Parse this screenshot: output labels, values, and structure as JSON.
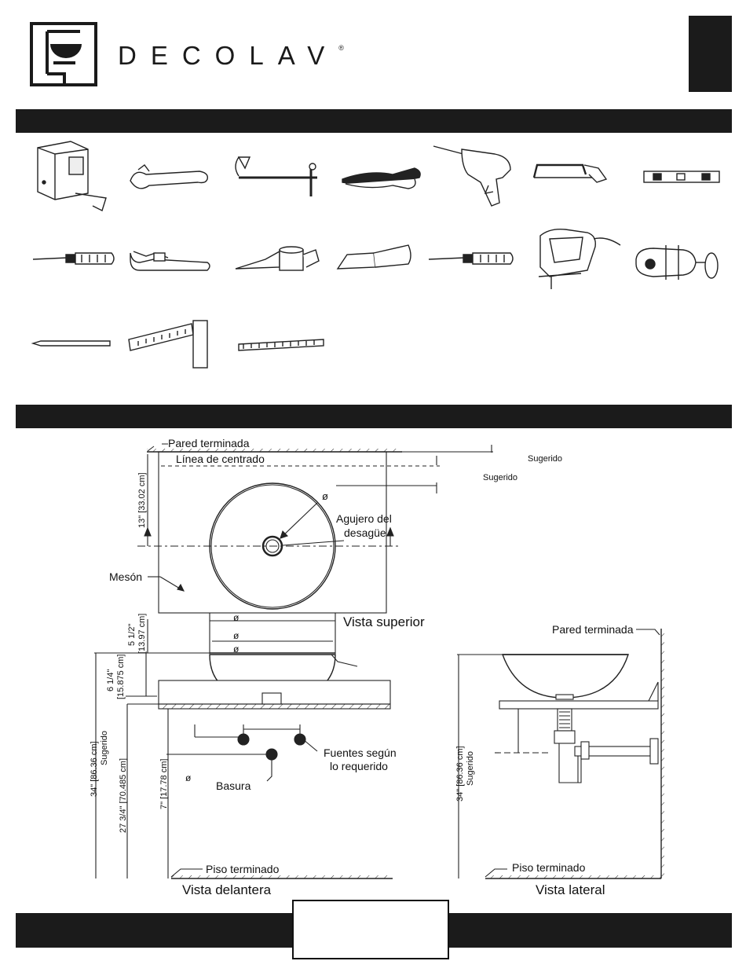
{
  "brand": {
    "name": "DECOLAV",
    "registered_mark": "®"
  },
  "tools": {
    "row1": [
      "tape-measure",
      "adjustable-wrench",
      "basin-wrench",
      "groove-joint-pliers",
      "power-drill",
      "hacksaw",
      "level"
    ],
    "row2": [
      "phillips-screwdriver",
      "pipe-wrench",
      "caulk-gun",
      "putty-knife",
      "flathead-screwdriver",
      "jigsaw",
      "c-clamp"
    ],
    "row3": [
      "pencil",
      "carpenter-square",
      "ruler"
    ]
  },
  "drawing": {
    "top_view": {
      "finished_wall": "Pared terminada",
      "centerline": "Línea de centrado",
      "suggested_1": "Sugerido",
      "suggested_2": "Sugerido",
      "dim_13": "13\" [33.02 cm]",
      "diameter": "ø",
      "drain_hole_1": "Agujero del",
      "drain_hole_2": "desagüe",
      "countertop": "Mesón",
      "title": "Vista superior"
    },
    "front_view": {
      "diam_1": "ø",
      "diam_2": "ø",
      "diam_3": "ø",
      "dim_5_5": "5 1/2\"",
      "dim_5_5_cm": "[13.97 cm]",
      "dim_6_25": "6 1/4\"",
      "dim_6_25_cm": "[15.875 cm]",
      "dim_34": "34\" [86.36 cm]",
      "suggested": "Sugerido",
      "dim_27_75": "27 3/4\" [70.485 cm]",
      "dim_7": "7\" [17.78 cm]",
      "supplies_1": "Fuentes según",
      "supplies_2": "lo requerido",
      "waste_diam": "ø",
      "waste": "Basura",
      "finished_floor": "Piso terminado",
      "title": "Vista delantera"
    },
    "side_view": {
      "finished_wall": "Pared terminada",
      "dim_34": "34\" [86.36 cm]",
      "suggested": "Sugerido",
      "finished_floor": "Piso terminado",
      "title": "Vista lateral"
    }
  }
}
